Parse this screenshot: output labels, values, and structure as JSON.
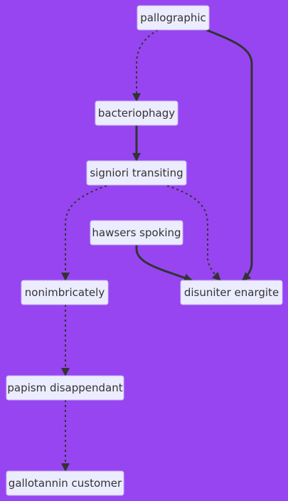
{
  "diagram": {
    "nodes": {
      "pallographic": "pallographic",
      "bacteriophagy": "bacteriophagy",
      "signiori": "signiori transiting",
      "hawsers": "hawsers spoking",
      "nonimbricately": "nonimbricately",
      "disuniter": "disuniter enargite",
      "papism": "papism disappendant",
      "gallotannin": "gallotannin customer"
    },
    "edges": [
      {
        "from": "pallographic",
        "to": "bacteriophagy",
        "style": "dotted"
      },
      {
        "from": "pallographic",
        "to": "disuniter",
        "style": "solid"
      },
      {
        "from": "bacteriophagy",
        "to": "signiori",
        "style": "solid"
      },
      {
        "from": "signiori",
        "to": "nonimbricately",
        "style": "dotted"
      },
      {
        "from": "signiori",
        "to": "disuniter",
        "style": "dotted"
      },
      {
        "from": "hawsers",
        "to": "disuniter",
        "style": "solid"
      },
      {
        "from": "nonimbricately",
        "to": "papism",
        "style": "dotted"
      },
      {
        "from": "papism",
        "to": "gallotannin",
        "style": "dotted"
      }
    ]
  },
  "colors": {
    "background": "#9745f0",
    "node_fill": "#ececff",
    "node_border": "#c7b9f5",
    "edge": "#333333",
    "text": "#333333"
  }
}
